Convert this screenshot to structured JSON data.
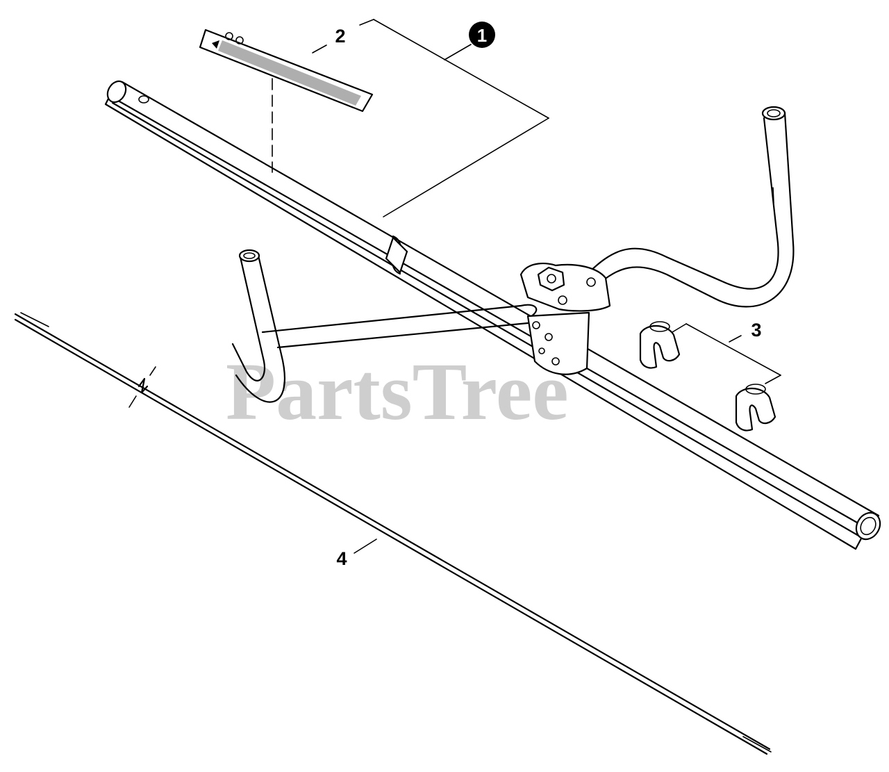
{
  "callouts": {
    "one": "1",
    "two": "2",
    "three": "3",
    "four": "4"
  },
  "watermark": "PartsTree",
  "colors": {
    "line": "#000000",
    "background": "#ffffff",
    "watermark": "#bdbdbd"
  }
}
